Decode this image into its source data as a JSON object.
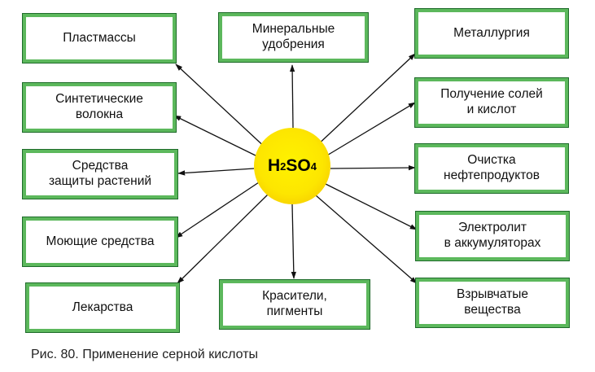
{
  "center": {
    "formula_parts": [
      "H",
      "2",
      "SO",
      "4"
    ]
  },
  "boxes": {
    "plastics": "Пластмассы",
    "fertilizers": "Минеральные\nудобрения",
    "metallurgy": "Металлургия",
    "fibers": "Синтетические\nволокна",
    "salts_acids": "Получение солей\nи кислот",
    "plant_protection": "Средства\nзащиты растений",
    "oil_refining": "Очистка\nнефтепродуктов",
    "detergents": "Моющие средства",
    "electrolyte": "Электролит\nв аккумуляторах",
    "medicines": "Лекарства",
    "dyes": "Красители,\nпигменты",
    "explosives": "Взрывчатые\nвещества"
  },
  "caption": "Рис. 80. Применение серной кислоты",
  "colors": {
    "box_border": "#5cb85c",
    "box_outline": "#1e6b2a",
    "center_fill": "#fde600"
  }
}
